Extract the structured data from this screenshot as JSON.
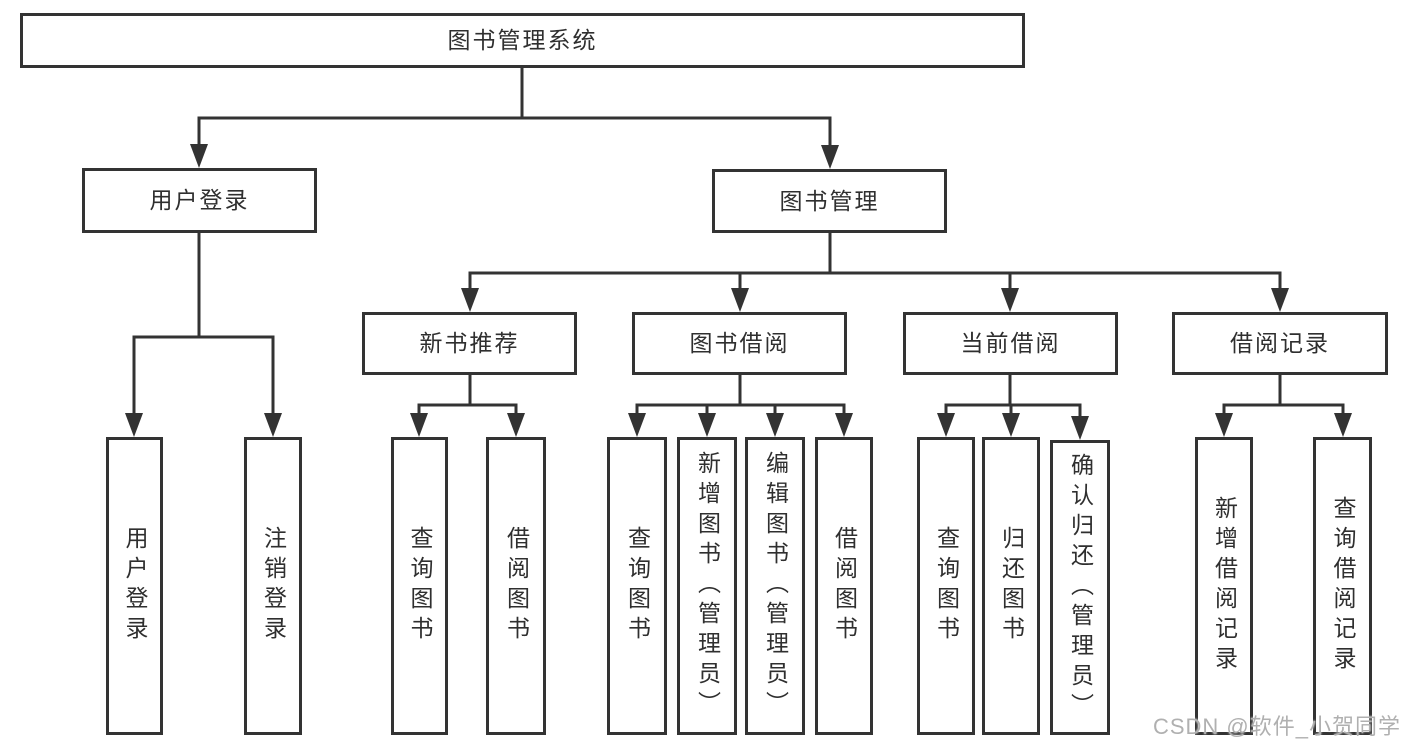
{
  "diagram": {
    "root": {
      "label": "图书管理系统"
    },
    "branches": [
      {
        "label": "用户登录",
        "leaves": [
          {
            "label": "用户登录"
          },
          {
            "label": "注销登录"
          }
        ]
      },
      {
        "label": "图书管理",
        "groups": [
          {
            "label": "新书推荐",
            "leaves": [
              {
                "label": "查询图书"
              },
              {
                "label": "借阅图书"
              }
            ]
          },
          {
            "label": "图书借阅",
            "leaves": [
              {
                "label": "查询图书"
              },
              {
                "label": "新增图书（管理员）"
              },
              {
                "label": "编辑图书（管理员）"
              },
              {
                "label": "借阅图书"
              }
            ]
          },
          {
            "label": "当前借阅",
            "leaves": [
              {
                "label": "查询图书"
              },
              {
                "label": "归还图书"
              },
              {
                "label": "确认归还（管理员）"
              }
            ]
          },
          {
            "label": "借阅记录",
            "leaves": [
              {
                "label": "新增借阅记录"
              },
              {
                "label": "查询借阅记录"
              }
            ]
          }
        ]
      }
    ]
  },
  "watermark": {
    "text": "CSDN @软件_小贺同学"
  },
  "colors": {
    "line": "#333333",
    "box_border": "#333333",
    "text": "#2f2f2f",
    "background": "#ffffff",
    "watermark": "#b0b0b0"
  }
}
